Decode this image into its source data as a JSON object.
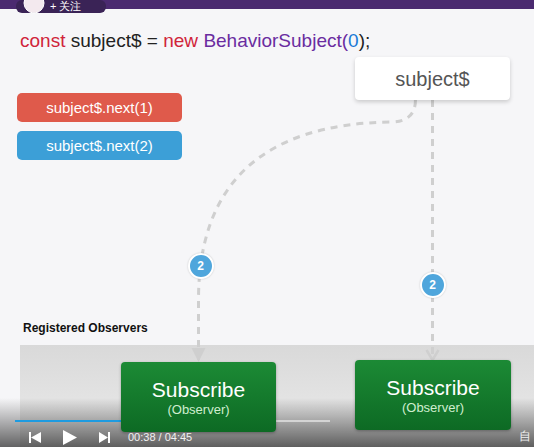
{
  "diagram": {
    "nodes": [
      {
        "text": [
          "subject$"
        ]
      },
      {
        "text": [
          "subject$.next(1)"
        ]
      },
      {
        "text": [
          "subject$.next(2)"
        ]
      },
      {
        "text": [
          "Registered Observers"
        ]
      },
      {
        "text": [
          "Subscribe",
          "(Observer)"
        ],
        "in": 3
      },
      {
        "text": [
          "Subscribe",
          "(Observer)"
        ],
        "in": 3
      }
    ],
    "edges": [
      {
        "from": 0,
        "to": 4,
        "arrow": "to",
        "label": "2"
      },
      {
        "from": 0,
        "to": 5,
        "arrow": "to",
        "label": "2"
      }
    ],
    "labels": [
      "+ 关注",
      "const",
      "subject$ =",
      "new",
      "BehaviorSubject(",
      "0",
      ");",
      "00:38 / 04:45",
      "自"
    ]
  }
}
